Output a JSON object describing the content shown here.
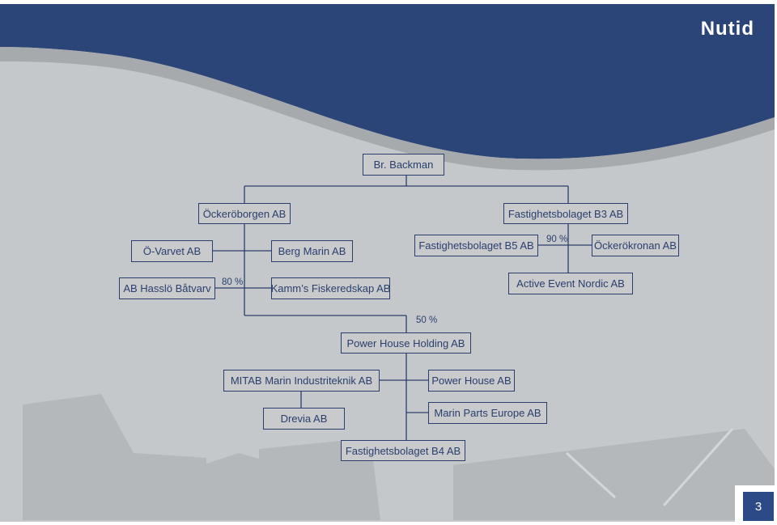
{
  "header": {
    "title": "Nutid"
  },
  "page_number": "3",
  "colors": {
    "header_blue": "#2b4578",
    "box_border": "#2a3f6e",
    "background_gray": "#c5c8cb"
  },
  "org": {
    "root": "Br.  Backman",
    "ockeroborgen": "Öckeröborgen AB",
    "ovarvet": "Ö-Varvet AB",
    "bergmarin": "Berg Marin AB",
    "hasslo": "AB Hasslö Båtvarv",
    "kamms": "Kamm’s Fiskeredskap AB",
    "pct_hasslo": "80 %",
    "b3": "Fastighetsbolaget B3 AB",
    "b5": "Fastighetsbolaget B5 AB",
    "pct_ockerokronan": "90 %",
    "ockerokronan": "Öckerökronan AB",
    "active_event": "Active Event Nordic AB",
    "pct_powerhouse_holding": "50 %",
    "powerhouse_holding": "Power House Holding AB",
    "mitab": "MITAB Marin Industriteknik  AB",
    "powerhouse": "Power House AB",
    "drevia": "Drevia AB",
    "marinparts": "Marin Parts Europe AB",
    "b4": "Fastighetsbolaget B4 AB"
  }
}
